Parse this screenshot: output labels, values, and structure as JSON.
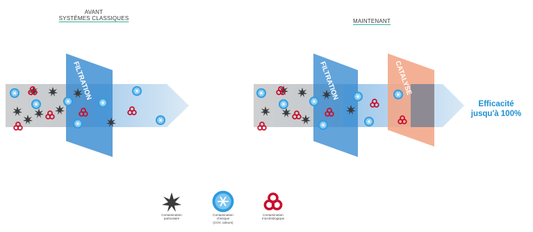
{
  "before": {
    "line1": "AVANT",
    "line2": "SYSTÈMES CLASSIQUES",
    "filter_label": "FILTRATION"
  },
  "after": {
    "heading": "MAINTENANT",
    "filter_label": "FILTRATION",
    "catalysis_label": "CATALYSE",
    "result_line1": "Efficacité",
    "result_line2": "jusqu'à 100%"
  },
  "legend": [
    {
      "icon": "particle-icon",
      "line1": "Contamination",
      "line2": "particulaire",
      "line3": ""
    },
    {
      "icon": "chemical-molecule-icon",
      "line1": "Contamination",
      "line2": "chimique",
      "line3": "(COV, odeurs)"
    },
    {
      "icon": "biohazard-icon",
      "line1": "Contamination",
      "line2": "microbiologique",
      "line3": ""
    }
  ],
  "colors": {
    "arrow_light": "#dbe9f5",
    "arrow_blue": "#5aa7df",
    "filter_blue": "#2f86cf",
    "catalysis_orange": "#f3a585",
    "grey_zone": "#c9c9c9",
    "bio_red": "#c8102e",
    "molecule_blue": "#2f9be0",
    "particle_dark": "#3b3b3b",
    "result_blue": "#1c8fd0"
  }
}
